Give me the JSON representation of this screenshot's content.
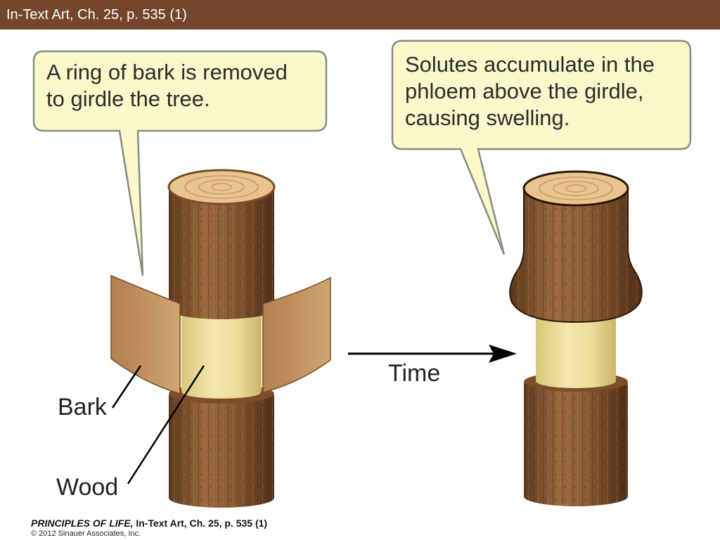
{
  "header": {
    "title": "In-Text Art, Ch. 25, p. 535 (1)"
  },
  "callouts": {
    "left_line1": "A ring of bark is removed",
    "left_line2": "to girdle the tree.",
    "right_line1": "Solutes accumulate in the",
    "right_line2": "phloem above the girdle,",
    "right_line3": "causing swelling."
  },
  "labels": {
    "bark": "Bark",
    "wood": "Wood",
    "time": "Time"
  },
  "footer": {
    "book_title": "PRINCIPLES OF LIFE,",
    "citation": " In-Text Art, Ch. 25, p. 535 (1)",
    "copyright": "© 2012 Sinauer Associates, Inc."
  },
  "colors": {
    "header_bar": "#73452b",
    "callout_fill": "#fbf8cc",
    "callout_stroke": "#8a8a80",
    "bark": "#8a5a33",
    "bark_dark": "#5e3a1e",
    "wood": "#ecdd9a",
    "cut_surface": "#e8c48f"
  }
}
